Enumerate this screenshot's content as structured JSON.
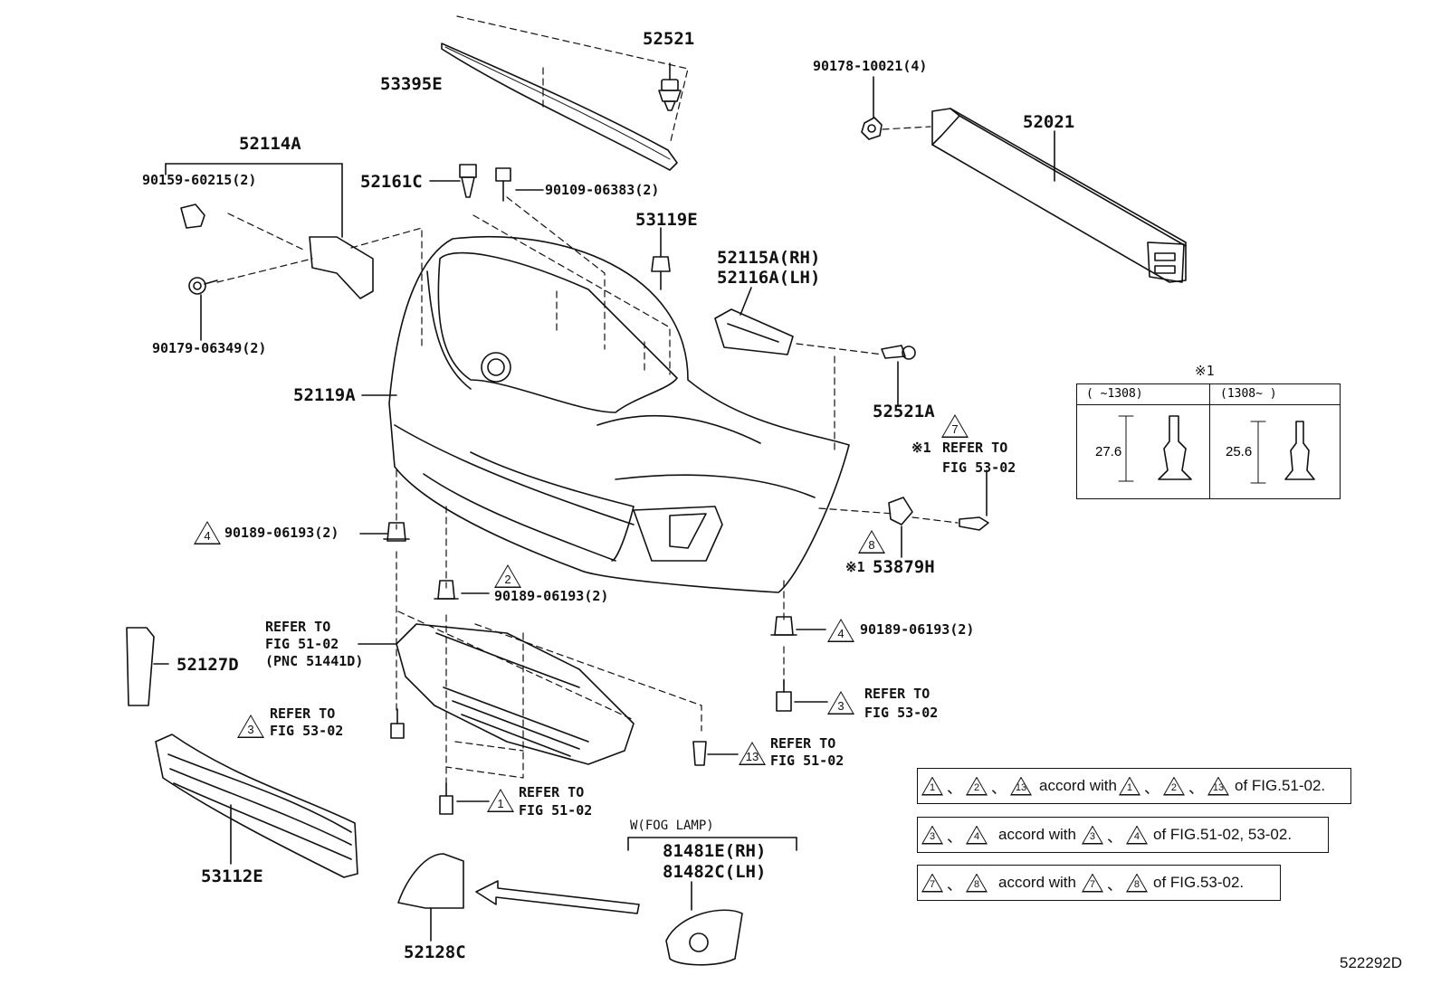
{
  "diagram": {
    "code": "522292D",
    "parts": {
      "p53395E": "53395E",
      "p52521": "52521",
      "p90178": "90178-10021(4)",
      "p52021": "52021",
      "p52114A": "52114A",
      "p90159": "90159-60215(2)",
      "p52161C": "52161C",
      "p90109": "90109-06383(2)",
      "p53119E": "53119E",
      "p52115A": "52115A(RH)",
      "p52116A": "52116A(LH)",
      "p90179": "90179-06349(2)",
      "p52119A": "52119A",
      "p52521A": "52521A",
      "p53879H": "53879H",
      "p90189a": "90189-06193(2)",
      "p90189b": "90189-06193(2)",
      "p90189c": "90189-06193(2)",
      "p52127D": "52127D",
      "p53112E": "53112E",
      "p52128C": "52128C",
      "p81481E": "81481E(RH)",
      "p81482C": "81482C(LH)"
    },
    "refs": {
      "refer_to": "REFER TO",
      "fig_53_02": "FIG 53-02",
      "fig_51_02": "FIG 51-02",
      "pnc": "(PNC 51441D)",
      "fog_lamp": "W(FOG LAMP)",
      "note_mark": "※1"
    },
    "callouts": {
      "c1": "1",
      "c2": "2",
      "c3": "3",
      "c4": "4",
      "c7": "7",
      "c8": "8",
      "c13": "13"
    },
    "table": {
      "title": "※1",
      "col1": "(    ~1308)",
      "col2": "(1308~    )",
      "dim1": "27.6",
      "dim2": "25.6"
    },
    "notes": {
      "accord_with": "accord with",
      "sep": "、",
      "n1_tail": "of FIG.51-02.",
      "n2_tail": "of FIG.51-02, 53-02.",
      "n3_tail": "of FIG.53-02."
    }
  }
}
